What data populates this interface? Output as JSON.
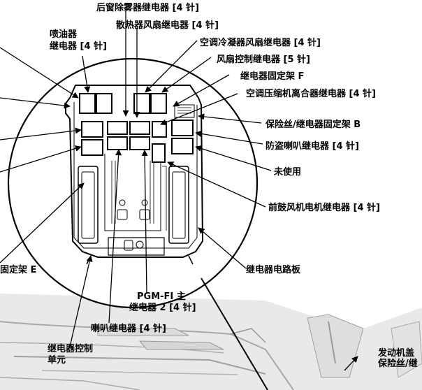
{
  "labels": {
    "rear_defogger_relay": "后窗除雾器继电器 [4 针]",
    "radiator_fan_relay": "散热器风扇继电器 [4 针]",
    "fuel_injector_relay_1": "喷油器",
    "fuel_injector_relay_2": "继电器 [4 针]",
    "ac_condenser_fan_relay": "空调冷凝器风扇继电器 [4 针]",
    "fan_control_relay": "风扇控制继电器 [5 针]",
    "relay_bracket_f": "继电器固定架 F",
    "ac_clutch_relay": "空调压缩机离合器继电器 [4 针]",
    "fuse_relay_bracket_b": "保险丝/继电器固定架 B",
    "horn_alarm_relay": "防盗喇叭继电器 [4 针]",
    "not_used": "未使用",
    "blower_motor_relay": "前鼓风机电机继电器 [4 针]",
    "bracket_e": "固定架 E",
    "relay_circuit_board": "继电器电路板",
    "pgm_fi_main_relay_1": "PGM-FI 主",
    "pgm_fi_main_relay_2": "继电器 2 [4 针]",
    "horn_relay": "喇叭继电器 [4 针]",
    "relay_control_unit_1": "继电器控制",
    "relay_control_unit_2": "单元",
    "hood_fuse_box_1": "发动机盖",
    "hood_fuse_box_2": "保险丝/继"
  }
}
